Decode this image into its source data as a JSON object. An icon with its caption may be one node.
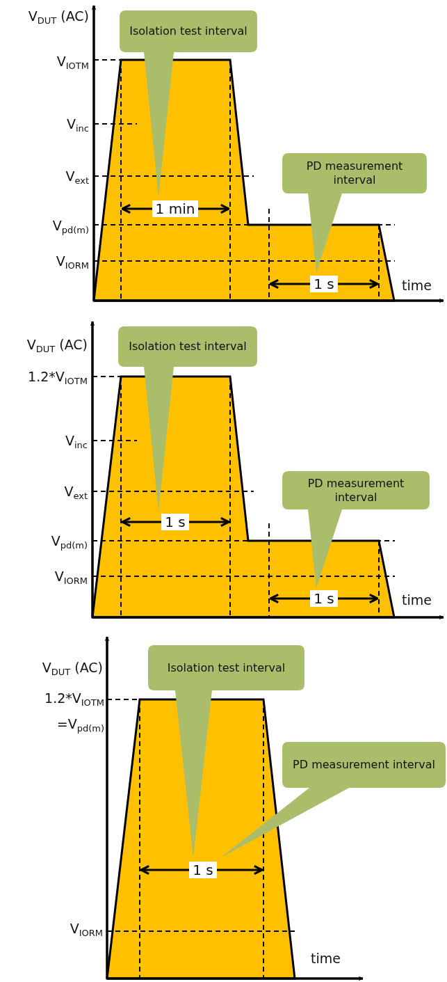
{
  "diagram": {
    "nodes": [
      {
        "text": [
          "Isolation test interval"
        ]
      },
      {
        "text": [
          "PD measurement interval"
        ]
      },
      {
        "text": [
          "Isolation test interval"
        ]
      },
      {
        "text": [
          "PD measurement interval"
        ]
      },
      {
        "text": [
          "Isolation test interval"
        ]
      },
      {
        "text": [
          "PD measurement interval"
        ]
      }
    ],
    "labels": [
      "V$_{DUT}$ (AC)",
      "V$_{IOTM}$",
      "V$_{inc}$",
      "V$_{ext}$",
      "1 min",
      "V$_{pd(m)}$",
      "V$_{IORM}$",
      "1 s",
      "time",
      "V$_{DUT}$ (AC)",
      "1.2*V$_{IOTM}$",
      "V$_{inc}$",
      "V$_{ext}$",
      "1 s",
      "V$_{pd(m)}$",
      "V$_{IORM}$",
      "1 s",
      "time",
      "V$_{DUT}$ (AC)",
      "1.2*V$_{IOTM}$",
      "=V$_{pd(m)}$",
      "1 s",
      "V$_{IORM}$",
      "time"
    ]
  }
}
